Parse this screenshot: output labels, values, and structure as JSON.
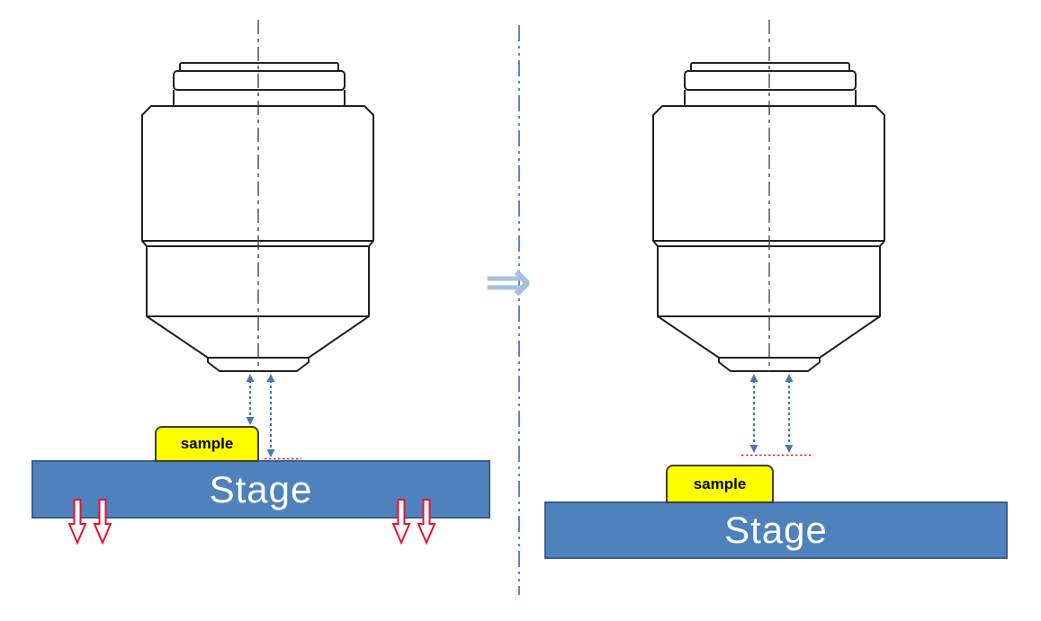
{
  "panels": {
    "before": {
      "sample_label": "sample",
      "stage_label": "Stage"
    },
    "after": {
      "sample_label": "sample",
      "stage_label": "Stage"
    }
  },
  "icons": {
    "transition_arrow_glyph": "⇒"
  },
  "colors": {
    "stage_fill": "#4F81BD",
    "stage_border": "#3A5F8F",
    "stage_text": "#FFFFFF",
    "sample_fill": "#FFFF00",
    "sample_border": "#3F3F3F",
    "sample_text": "#000000",
    "measure_arrow_blue": "#4576B5",
    "red_accent": "#E8112D",
    "divider_blue": "#5B84C4",
    "transition_arrow_color": "#A8C0DE",
    "lens_outline": "#1F1F1F"
  }
}
